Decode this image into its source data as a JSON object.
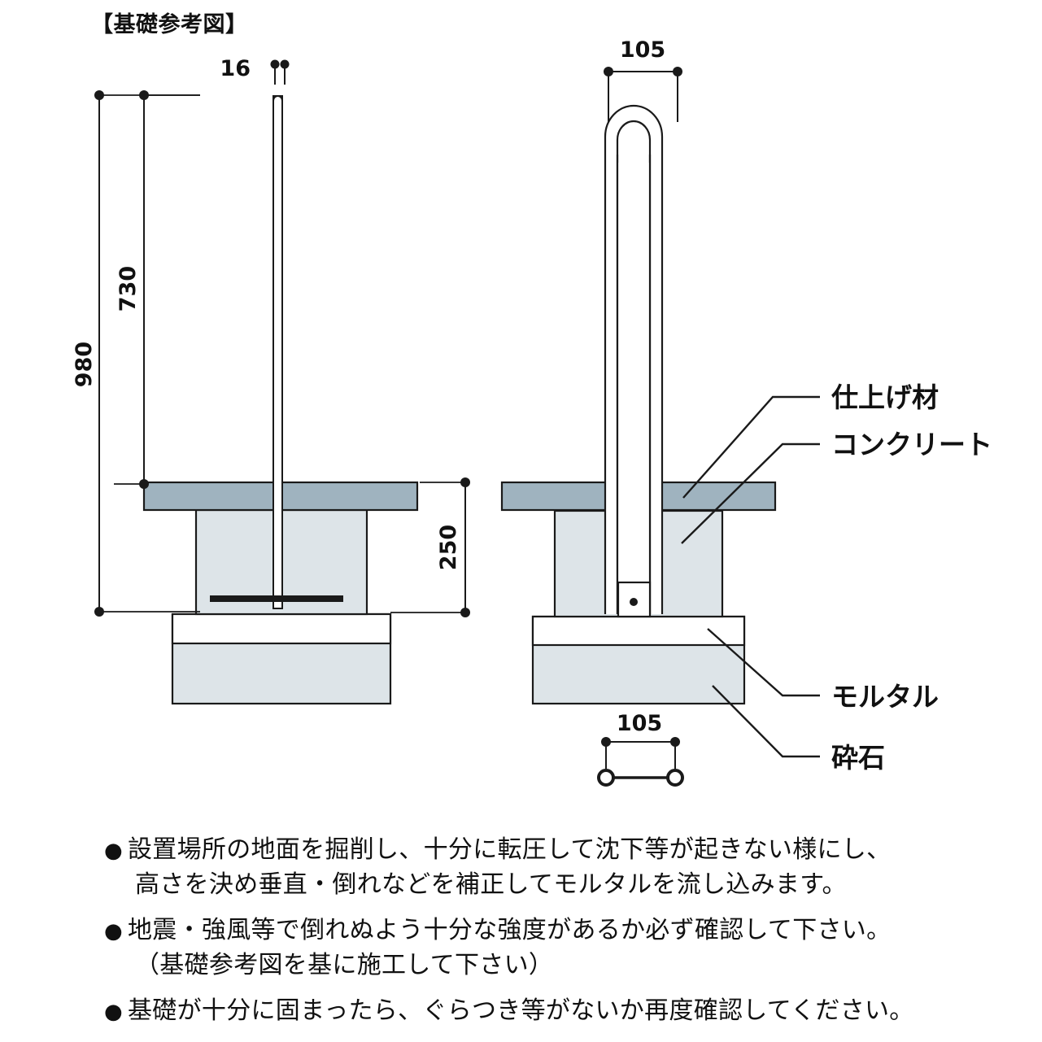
{
  "title": "【基礎参考図】",
  "diagram": {
    "type": "technical-drawing",
    "description": "基礎参考図 — 支柱基礎の断面図（左：正面断面、右：側面断面）",
    "dimensions": {
      "left_rod_diameter": "16",
      "left_total_height": "980",
      "left_above_ground": "730",
      "left_buried_depth": "250",
      "right_width_top": "105",
      "right_width_bottom": "105"
    },
    "callouts": [
      {
        "id": "finishing",
        "label": "仕上げ材"
      },
      {
        "id": "concrete",
        "label": "コンクリート"
      },
      {
        "id": "mortar",
        "label": "モルタル"
      },
      {
        "id": "crushed-stone",
        "label": "砕石"
      }
    ],
    "colors": {
      "finishing": "#9fb3bf",
      "concrete": "#dde4e8",
      "mortar": "#ffffff",
      "crushed_stone": "#dde4e8",
      "line": "#1a1a1a"
    }
  },
  "notes": [
    {
      "bullet": "●",
      "line1": "設置場所の地面を掘削し、十分に転圧して沈下等が起きない様にし、",
      "line2": "高さを決め垂直・倒れなどを補正してモルタルを流し込みます。"
    },
    {
      "bullet": "●",
      "line1": "地震・強風等で倒れぬよう十分な強度があるか必ず確認して下さい。",
      "line2": "（基礎参考図を基に施工して下さい）"
    },
    {
      "bullet": "●",
      "line1": "基礎が十分に固まったら、ぐらつき等がないか再度確認してください。",
      "line2": ""
    }
  ]
}
